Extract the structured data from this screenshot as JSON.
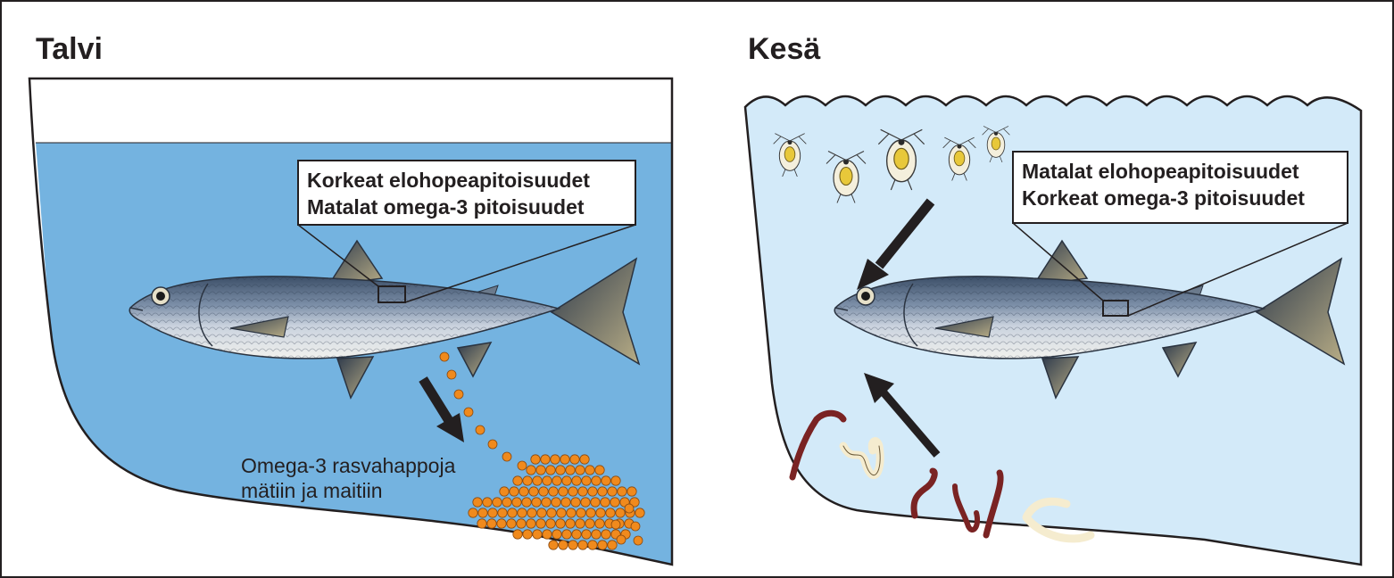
{
  "winter": {
    "title": "Talvi",
    "box_line1": "Korkeat elohopeapitoisuudet",
    "box_line2": "Matalat omega-3 pitoisuudet",
    "roe_line1": "Omega-3 rasvahappoja",
    "roe_line2": "mätiin ja maitiin",
    "water_color": "#74b3e0"
  },
  "summer": {
    "title": "Kesä",
    "box_line1": "Matalat elohopeapitoisuudet",
    "box_line2": "Korkeat omega-3 pitoisuudet",
    "water_color": "#d3eaf9"
  },
  "colors": {
    "roe": "#f08a1d",
    "worm_red": "#7a2323",
    "worm_pale": "#f5eccf",
    "outline": "#231f20"
  },
  "icons": [
    "fish-icon",
    "zooplankton-icon",
    "worm-icon",
    "arrow-icon",
    "roe-icon"
  ]
}
